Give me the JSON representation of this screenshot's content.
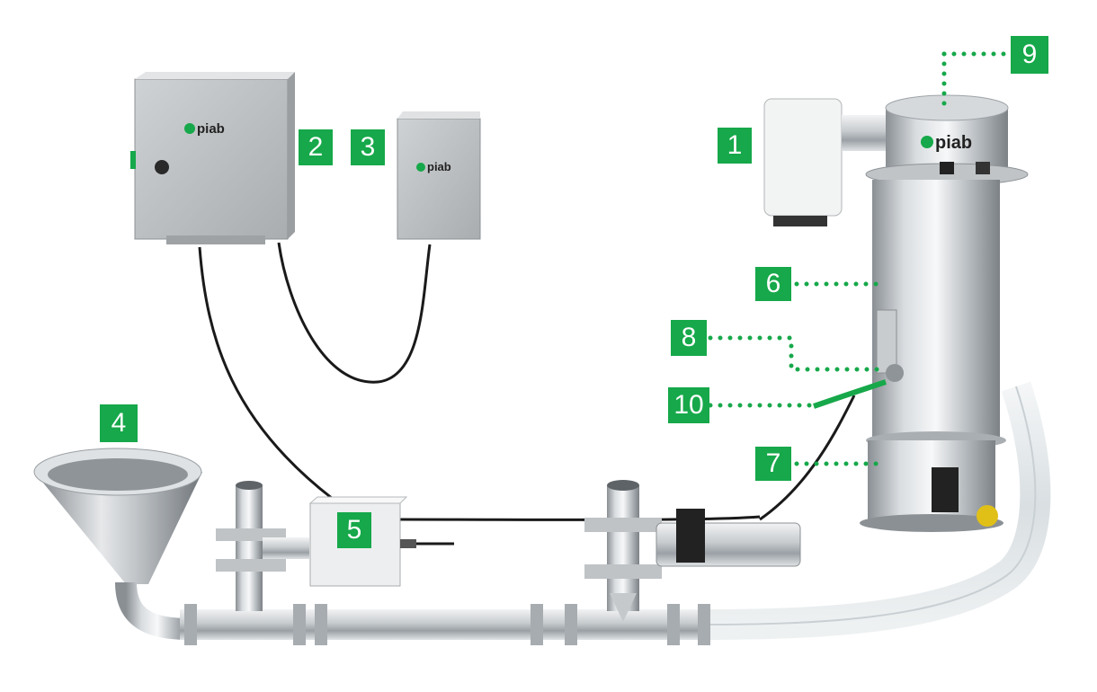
{
  "brand": {
    "logo_text": "piab",
    "accent": "#16a84a"
  },
  "callouts": [
    {
      "id": "1",
      "label": "1"
    },
    {
      "id": "2",
      "label": "2"
    },
    {
      "id": "3",
      "label": "3"
    },
    {
      "id": "4",
      "label": "4"
    },
    {
      "id": "5",
      "label": "5"
    },
    {
      "id": "6",
      "label": "6"
    },
    {
      "id": "7",
      "label": "7"
    },
    {
      "id": "8",
      "label": "8"
    },
    {
      "id": "9",
      "label": "9"
    },
    {
      "id": "10",
      "label": "10"
    }
  ]
}
